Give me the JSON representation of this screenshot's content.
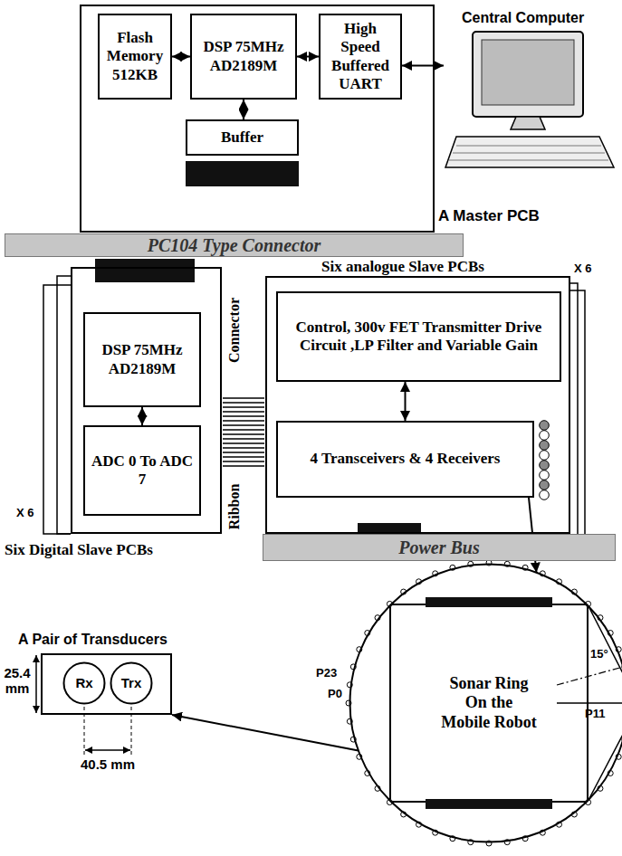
{
  "diagram": {
    "nodes": [
      {
        "text": [
          "A Master PCB"
        ]
      },
      {
        "text": [
          "Flash Memory 512KB"
        ],
        "in": 0
      },
      {
        "text": [
          "DSP 75MHz AD2189M"
        ],
        "in": 0
      },
      {
        "text": [
          "High Speed Buffered UART"
        ],
        "in": 0
      },
      {
        "text": [
          "Buffer"
        ],
        "in": 0
      },
      {
        "text": [
          "Central Computer"
        ]
      },
      {
        "text": [
          "PC104 Type Connector"
        ]
      },
      {
        "text": [
          "Six Digital Slave PCBs"
        ]
      },
      {
        "text": [
          "DSP 75MHz AD2189M"
        ],
        "in": 7
      },
      {
        "text": [
          "ADC 0 To ADC 7"
        ],
        "in": 7
      },
      {
        "text": [
          "Six analogue Slave PCBs"
        ]
      },
      {
        "text": [
          "Control, 300v FET Transmitter Drive Circuit ,LP Filter and Variable Gain"
        ],
        "in": 10
      },
      {
        "text": [
          "4 Transceivers & 4 Receivers"
        ],
        "in": 10
      },
      {
        "text": [
          "Power Bus"
        ]
      },
      {
        "text": [
          "Sonar Ring On the Mobile Robot"
        ]
      },
      {
        "text": [
          "A Pair of Transducers"
        ]
      },
      {
        "text": [
          "Rx"
        ],
        "in": 15
      },
      {
        "text": [
          "Trx"
        ],
        "in": 15
      }
    ],
    "edges": [
      {
        "from": 1,
        "to": 2,
        "arrow": "both"
      },
      {
        "from": 2,
        "to": 3,
        "arrow": "both"
      },
      {
        "from": 3,
        "to": 5,
        "arrow": "both"
      },
      {
        "from": 2,
        "to": 4,
        "arrow": "both"
      },
      {
        "from": 8,
        "to": 9,
        "arrow": "both"
      },
      {
        "from": 11,
        "to": 12,
        "arrow": "both"
      },
      {
        "from": 12,
        "to": 14,
        "arrow": "to"
      },
      {
        "from": 14,
        "to": 15,
        "arrow": "to"
      }
    ],
    "labels": [
      "X 6",
      "Connector",
      "Ribbon",
      "X 6",
      "P23",
      "P0",
      "15°",
      "P11",
      "25.4 mm",
      "40.5 mm"
    ]
  }
}
